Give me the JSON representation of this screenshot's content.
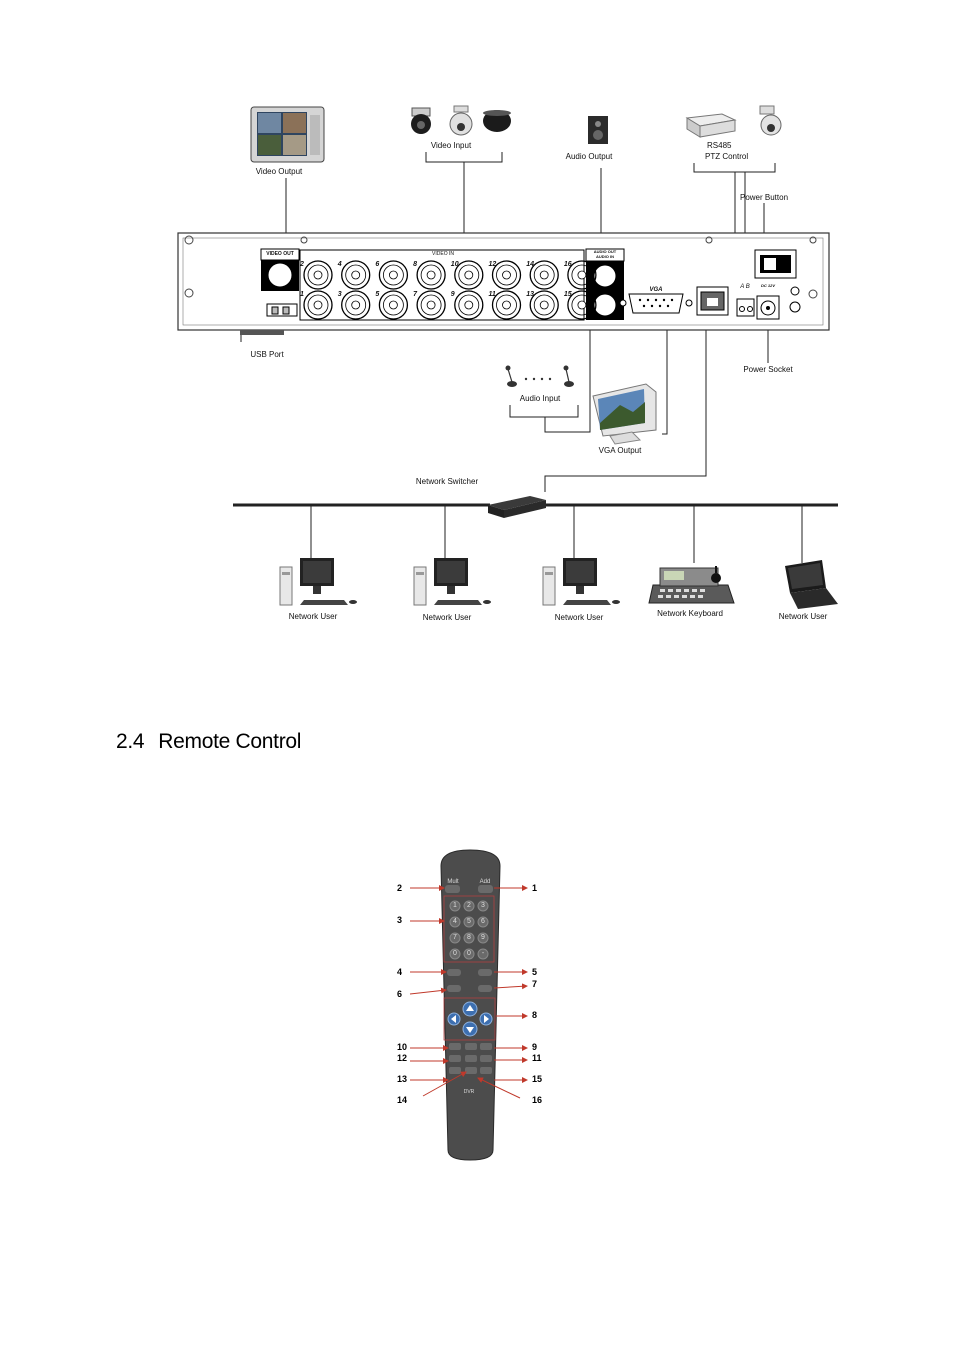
{
  "diagram": {
    "devices": {
      "video_output": "Video Output",
      "video_input": "Video Input",
      "audio_output": "Audio Output",
      "rs485": "RS485",
      "ptz_control": "PTZ Control",
      "power_button": "Power Button",
      "usb_port": "USB Port",
      "power_socket": "Power Socket",
      "audio_input": "Audio Input",
      "vga_output": "VGA Output",
      "network_switcher": "Network Switcher",
      "network_users": [
        "Network User",
        "Network User",
        "Network User"
      ],
      "network_keyboard": "Network Keyboard",
      "network_user_laptop": "Network User"
    },
    "panel": {
      "video_out": "VIDEO OUT",
      "video_in": "VIDEO IN",
      "audio_out": "AUDIO OUT",
      "audio_in": "AUDIO IN",
      "vga": "VGA",
      "ab": "A B",
      "dc": "DC 12V",
      "top_row": [
        "2",
        "4",
        "6",
        "8",
        "10",
        "12",
        "14",
        "16"
      ],
      "bottom_row": [
        "1",
        "3",
        "5",
        "7",
        "9",
        "11",
        "13",
        "15"
      ]
    }
  },
  "section": {
    "number": "2.4",
    "title": "Remote Control"
  },
  "remote": {
    "mult": "Mult",
    "add": "Add",
    "dvr": "DVR",
    "left_numbers": [
      "2",
      "3",
      "4",
      "6",
      "10",
      "12",
      "13",
      "14"
    ],
    "right_numbers": [
      "1",
      "5",
      "7",
      "8",
      "9",
      "11",
      "15",
      "16"
    ],
    "keypad": [
      "1",
      "2",
      "3",
      "4",
      "5",
      "6",
      "7",
      "8",
      "9",
      "0",
      "0",
      "-"
    ]
  }
}
